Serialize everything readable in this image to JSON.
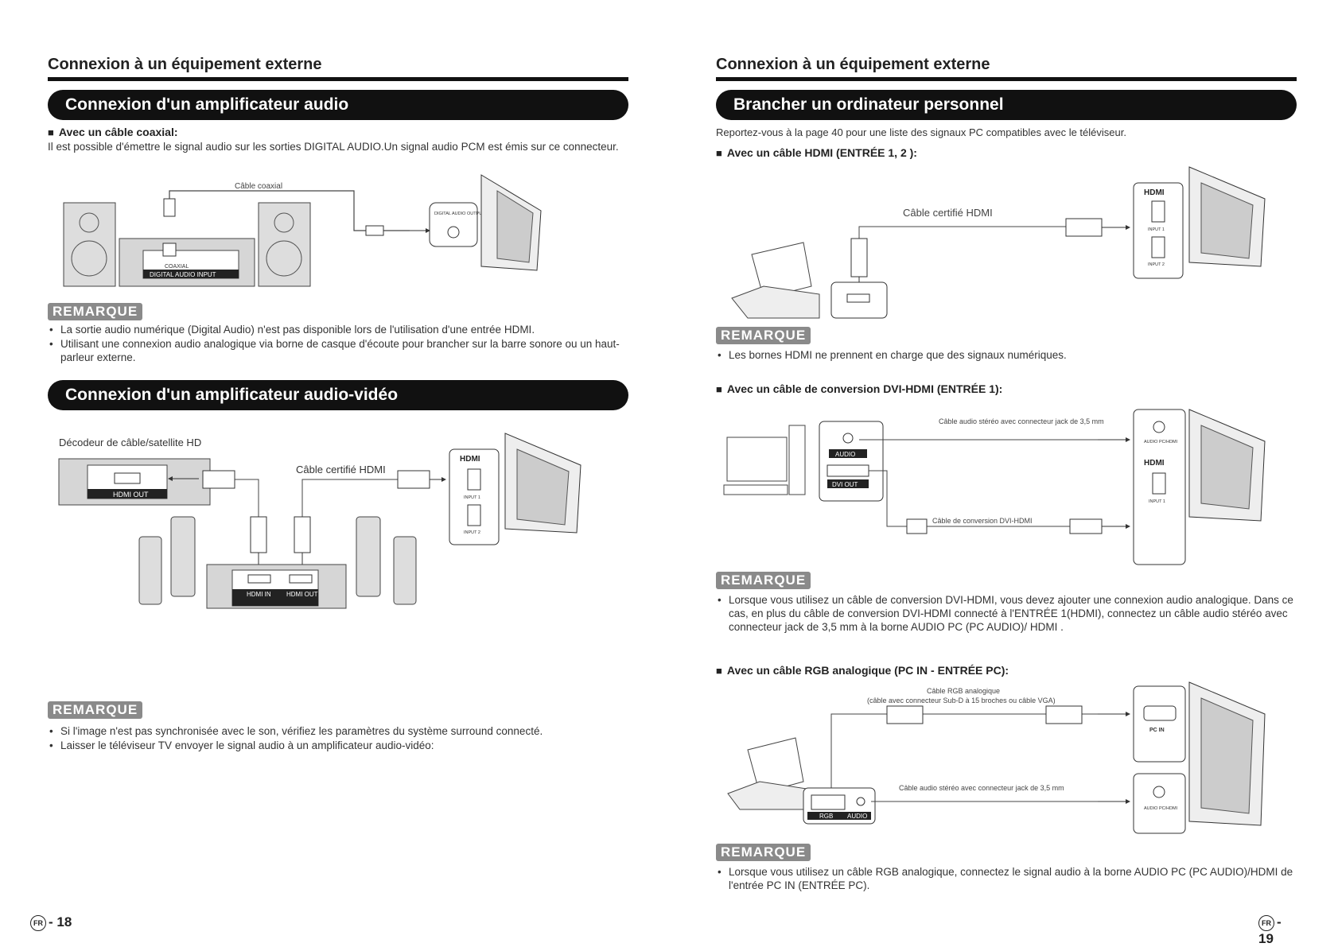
{
  "left": {
    "header": "Connexion à un équipement externe",
    "banner1": "Connexion d'un amplificateur audio",
    "coax_heading": "Avec un câble coaxial:",
    "coax_text": "Il est possible d'émettre le signal audio sur les sorties DIGITAL AUDIO.Un signal audio PCM est émis sur ce connecteur.",
    "diagram1": {
      "cable_label": "Câble coaxial",
      "coaxial_label": "COAXIAL",
      "digital_audio_input": "DIGITAL AUDIO INPUT",
      "digital_audio_output": "DIGITAL AUDIO OUTPUT"
    },
    "remark1_label": "REMARQUE",
    "remark1_items": [
      "La sortie audio numérique (Digital Audio) n'est pas disponible lors de l'utilisation d'une entrée HDMI.",
      "Utilisant une connexion audio analogique via borne de casque d'écoute pour brancher sur la barre sonore ou un haut-parleur externe."
    ],
    "banner2": "Connexion d'un amplificateur audio-vidéo",
    "diagram2": {
      "decoder_label": "Décodeur de câble/satellite HD",
      "hdmi_out_label": "HDMI OUT",
      "cable_label": "Câble certifié HDMI",
      "hdmi_logo": "HDMI",
      "input1": "INPUT 1",
      "input2": "INPUT 2",
      "amp_hdmi_in": "HDMI IN",
      "amp_hdmi_out": "HDMI OUT"
    },
    "remark2_label": "REMARQUE",
    "remark2_items": [
      "Si l'image n'est pas synchronisée avec le son, vérifiez les paramètres du système surround connecté.",
      "Laisser le téléviseur TV envoyer le signal audio à un amplificateur audio-vidéo:"
    ],
    "page_number": "- 18",
    "fr_badge": "FR"
  },
  "right": {
    "header": "Connexion à un équipement externe",
    "banner": "Brancher un ordinateur personnel",
    "intro": "Reportez-vous à la page 40 pour une liste des signaux PC compatibles avec le téléviseur.",
    "hdmi_heading": "Avec un câble HDMI (ENTRÉE 1, 2 ):",
    "diagram_hdmi": {
      "cable_label": "Câble certifié HDMI",
      "hdmi_logo": "HDMI",
      "input1": "INPUT 1",
      "input2": "INPUT 2"
    },
    "remark1_label": "REMARQUE",
    "remark1_items": [
      "Les bornes HDMI ne prennent en charge que des signaux numériques."
    ],
    "dvi_heading": "Avec un câble de conversion DVI-HDMI (ENTRÉE 1):",
    "diagram_dvi": {
      "audio_cable_label": "Câble audio stéréo avec connecteur jack de 3,5 mm",
      "conv_cable_label": "Câble de conversion DVI-HDMI",
      "audio_label": "AUDIO",
      "dvi_out_label": "DVI OUT",
      "audio_pc_hdmi": "AUDIO PC/HDMI",
      "hdmi_logo": "HDMI",
      "input1": "INPUT 1"
    },
    "remark2_label": "REMARQUE",
    "remark2_items": [
      "Lorsque vous utilisez un câble de conversion DVI-HDMI, vous devez ajouter une connexion audio analogique. Dans ce cas, en plus du câble de conversion DVI-HDMI connecté à l'ENTRÉE 1(HDMI), connectez un câble audio stéréo avec connecteur jack de 3,5 mm à la borne AUDIO PC (PC AUDIO)/ HDMI ."
    ],
    "rgb_heading": "Avec un câble RGB analogique (PC IN - ENTRÉE PC):",
    "diagram_rgb": {
      "rgb_cable_label1": "Câble RGB analogique",
      "rgb_cable_label2": "(câble avec connecteur Sub-D à 15 broches ou câble VGA)",
      "audio_cable_label": "Câble audio stéréo avec connecteur jack de 3,5 mm",
      "pc_in": "PC IN",
      "rgb_label": "RGB",
      "audio_label": "AUDIO",
      "audio_pc_hdmi": "AUDIO PC/HDMI"
    },
    "remark3_label": "REMARQUE",
    "remark3_items": [
      "Lorsque vous utilisez un câble RGB analogique, connectez le signal audio à la borne AUDIO PC (PC AUDIO)/HDMI de l'entrée PC IN (ENTRÉE PC)."
    ],
    "page_number": "- 19",
    "fr_badge": "FR"
  }
}
